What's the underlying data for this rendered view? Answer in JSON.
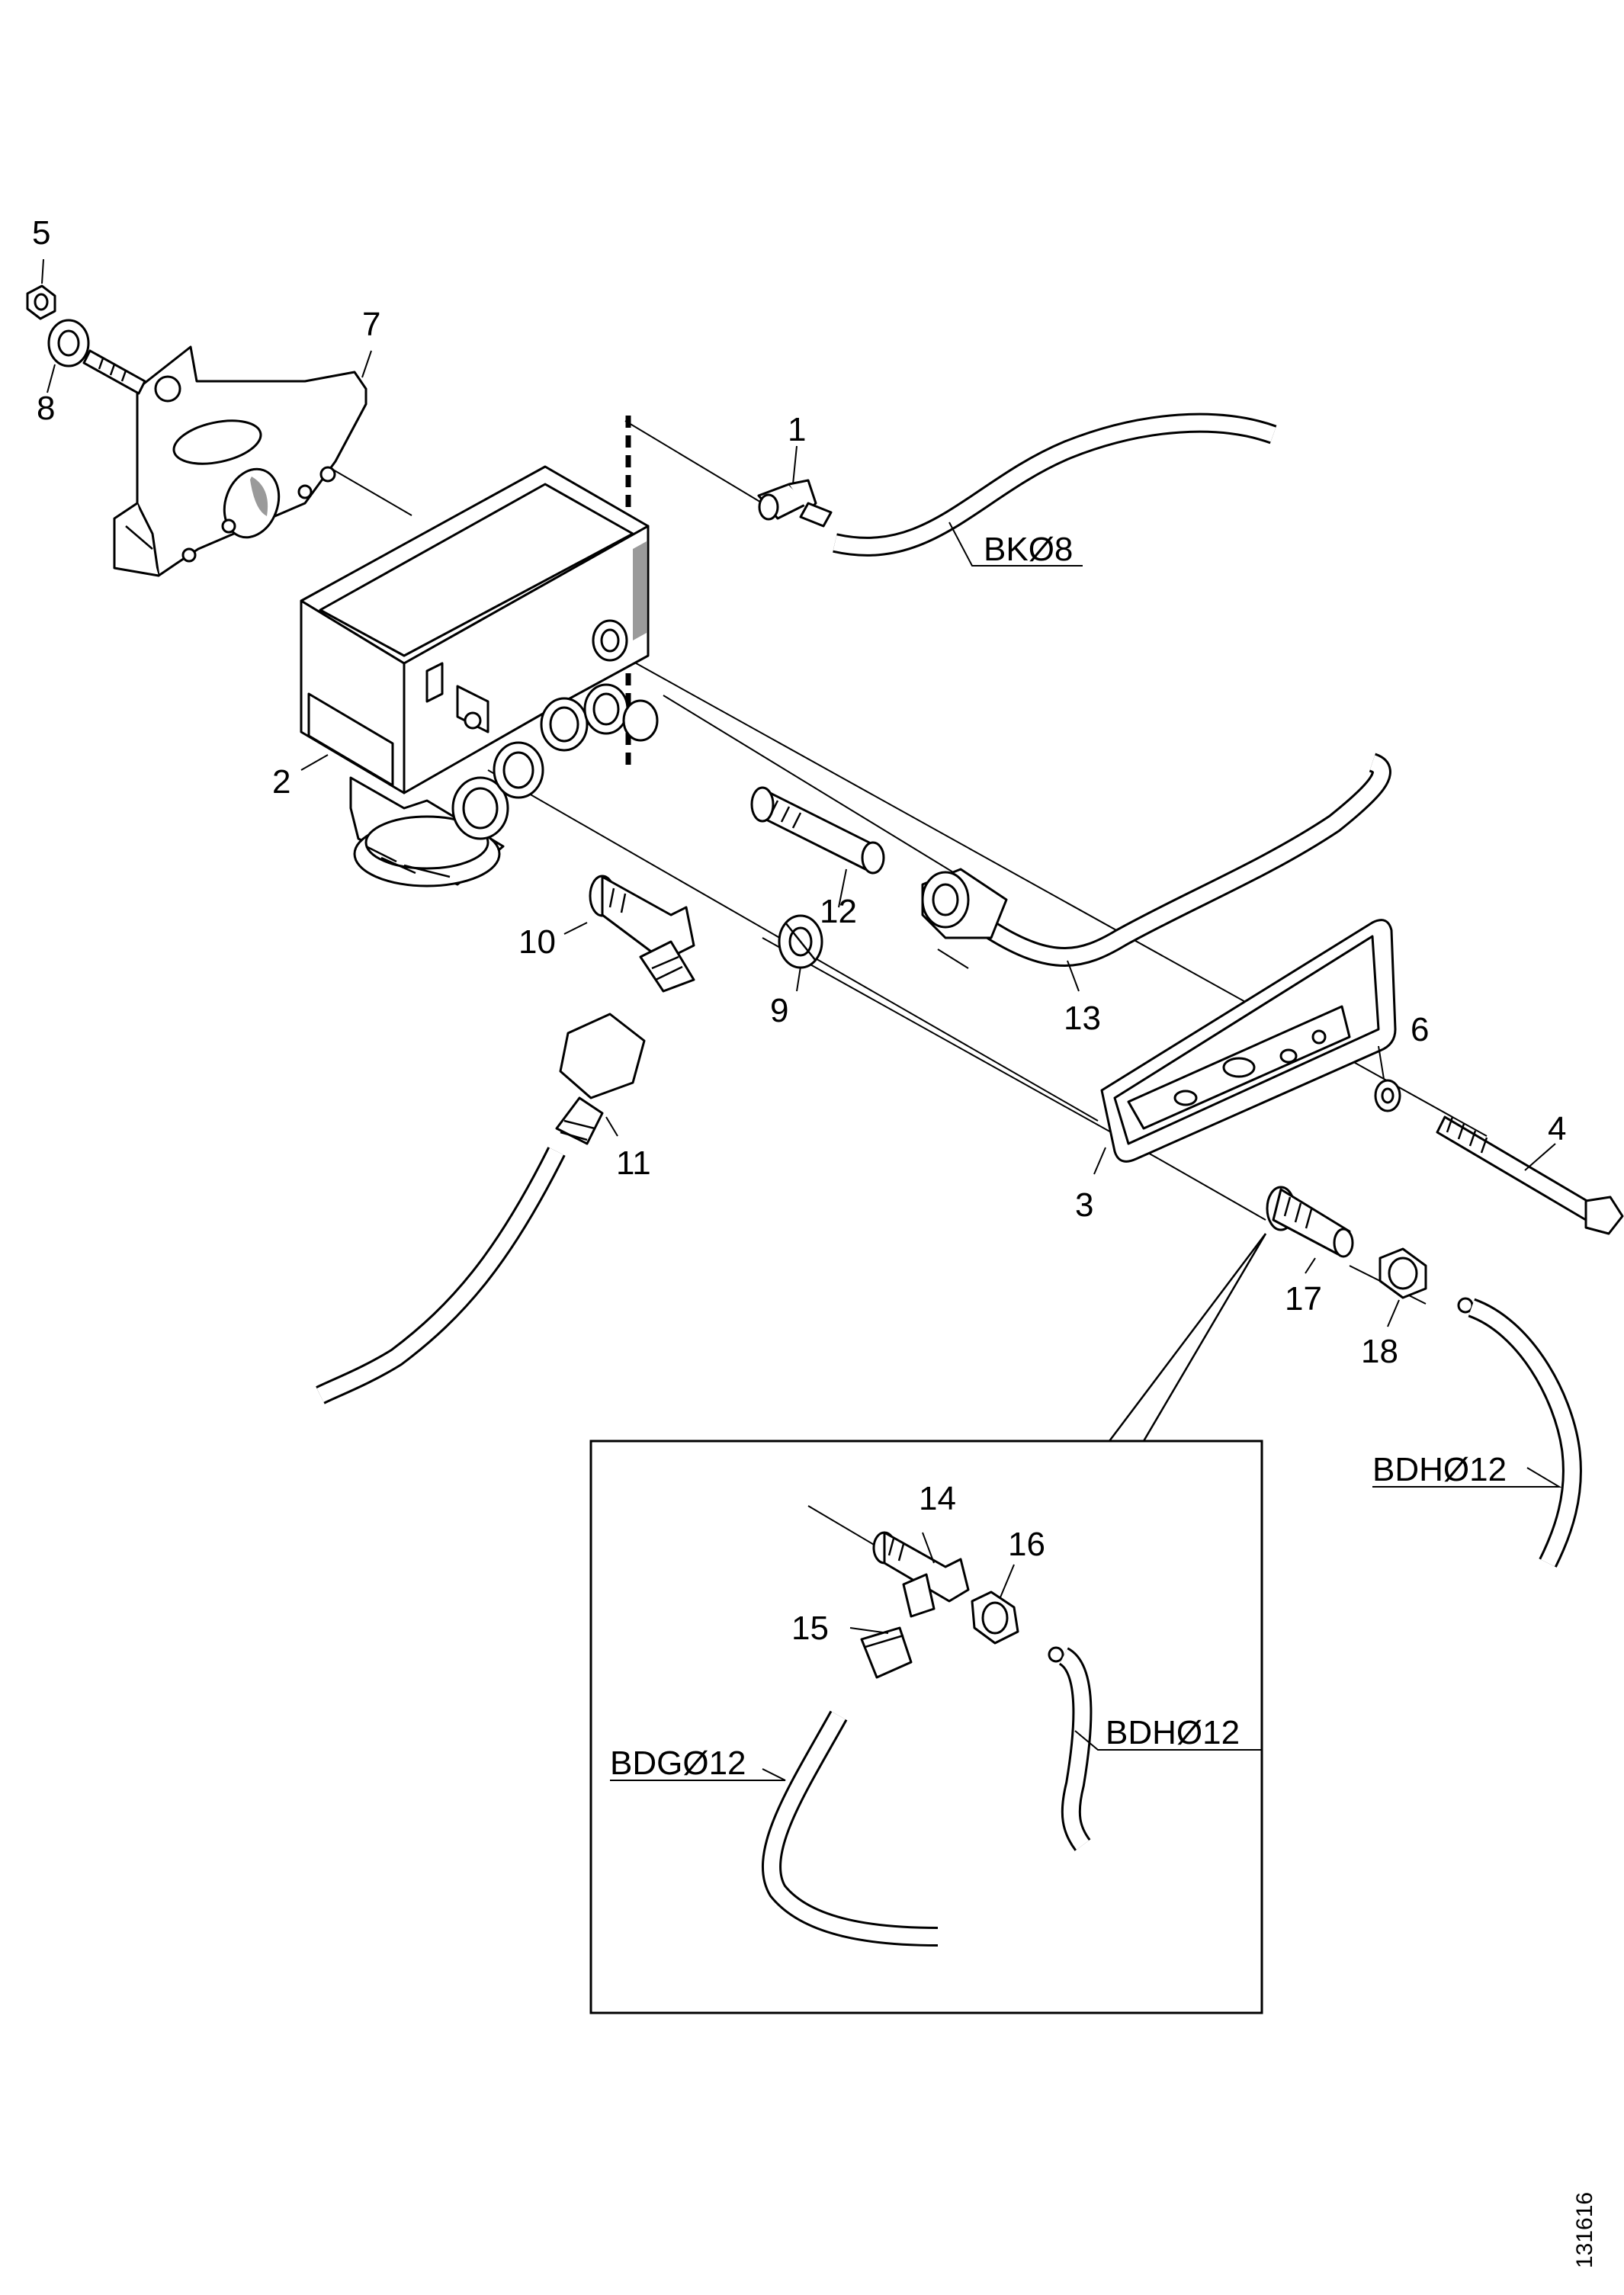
{
  "figure_id": "131616",
  "callouts": {
    "c1": "1",
    "c2": "2",
    "c3": "3",
    "c4": "4",
    "c5": "5",
    "c6": "6",
    "c7": "7",
    "c8": "8",
    "c9": "9",
    "c10": "10",
    "c11": "11",
    "c12": "12",
    "c13": "13",
    "c14": "14",
    "c15": "15",
    "c16": "16",
    "c17": "17",
    "c18": "18"
  },
  "hose_labels": {
    "bk8": "BKØ8",
    "bdh12_main": "BDHØ12",
    "bdh12_detail": "BDHØ12",
    "bdg12_detail": "BDGØ12"
  }
}
